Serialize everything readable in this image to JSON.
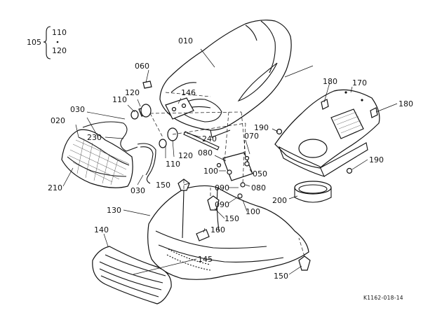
{
  "diagram": {
    "group_label": "105",
    "group_members": [
      "110",
      "120"
    ],
    "drawing_code": "K1162-018-14",
    "callouts": {
      "c010": "010",
      "c020": "020",
      "c030a": "030",
      "c030b": "030",
      "c050": "050",
      "c060": "060",
      "c070": "070",
      "c080a": "080",
      "c080b": "080",
      "c090a": "090",
      "c090b": "090",
      "c100a": "100",
      "c100b": "100",
      "c110a": "110",
      "c110b": "110",
      "c120a": "120",
      "c120b": "120",
      "c130": "130",
      "c140": "140",
      "c145": "145",
      "c146": "146",
      "c150a": "150",
      "c150b": "150",
      "c150c": "150",
      "c160": "160",
      "c170": "170",
      "c180a": "180",
      "c180b": "180",
      "c190a": "190",
      "c190b": "190",
      "c200": "200",
      "c210": "210",
      "c230": "230",
      "c240": "240"
    }
  }
}
